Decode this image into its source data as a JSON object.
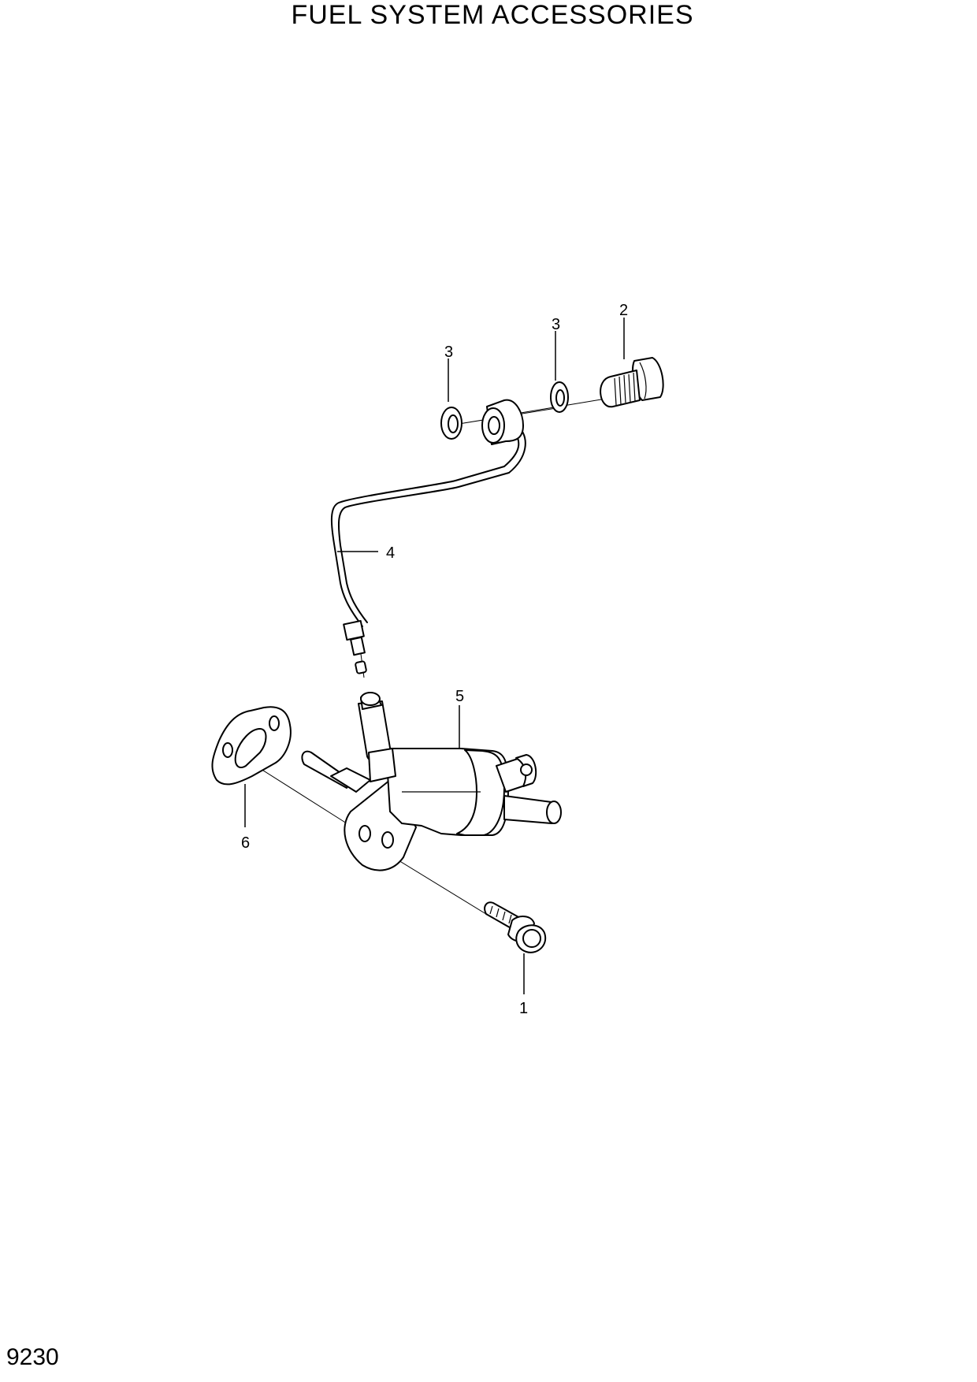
{
  "title": "FUEL SYSTEM ACCESSORIES",
  "page_number": "9230",
  "callouts": {
    "bolt": "1",
    "banjo_bolt": "2",
    "washer_left": "3",
    "washer_right": "3",
    "fuel_pipe": "4",
    "fuel_pump": "5",
    "gasket": "6"
  }
}
